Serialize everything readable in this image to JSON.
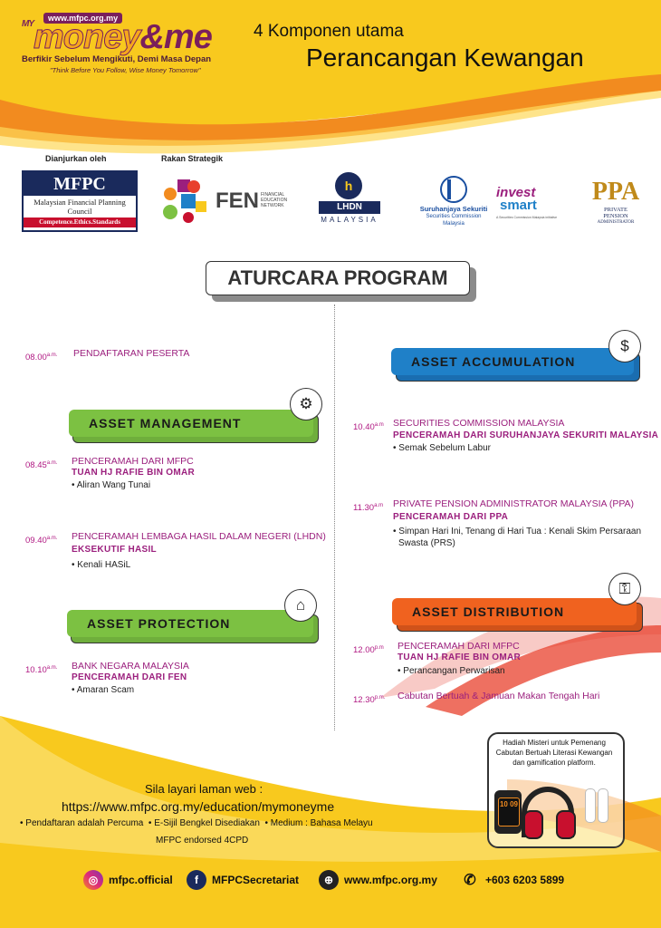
{
  "brand": {
    "url": "www.mfpc.org.my",
    "logo_my": "MY",
    "logo_money": "money",
    "logo_me": "&me",
    "tagline": "Berfikir Sebelum Mengikuti, Demi Masa Depan",
    "tagline_en": "\"Think Before You Follow, Wise Money Tomorrow\""
  },
  "header": {
    "line1": "4 Komponen utama",
    "line2": "Perancangan Kewangan"
  },
  "sponsors": {
    "organized_by": "Dianjurkan oleh",
    "strategic": "Rakan Strategik",
    "mfpc": {
      "title": "MFPC",
      "sub": "Malaysian Financial Planning Council",
      "motto": "Competence.Ethics.Standards"
    },
    "fen": {
      "name": "FEN",
      "sub": "FINANCIAL EDUCATION NETWORK"
    },
    "lhdn": {
      "name": "LHDN",
      "sub": "MALAYSIA"
    },
    "sc": {
      "name": "Suruhanjaya Sekuriti",
      "sub1": "Securities Commission",
      "sub2": "Malaysia"
    },
    "invest": {
      "l1": "invest",
      "l2": "smart",
      "sub": "A Securities Commission Malaysia initiative"
    },
    "ppa": {
      "name": "PPA",
      "sub1": "PRIVATE",
      "sub2": "PENSION",
      "sub3": "ADMINISTRATOR"
    }
  },
  "program_title": "ATURCARA PROGRAM",
  "sections": {
    "management": "ASSET MANAGEMENT",
    "protection": "ASSET PROTECTION",
    "accumulation": "ASSET ACCUMULATION",
    "distribution": "ASSET DISTRIBUTION"
  },
  "left": {
    "i0": {
      "time": "08.00",
      "ampm": "a.m.",
      "title": "PENDAFTARAN PESERTA"
    },
    "i1": {
      "time": "08.45",
      "ampm": "a.m.",
      "title": "PENCERAMAH DARI MFPC",
      "speaker": "TUAN HJ RAFIE BIN OMAR",
      "topic": "• Aliran Wang Tunai"
    },
    "i2": {
      "time": "09.40",
      "ampm": "a.m.",
      "title": "PENCERAMAH LEMBAGA HASIL DALAM NEGERI (LHDN)",
      "speaker": "EKSEKUTIF HASIL",
      "topic": "• Kenali HASiL"
    },
    "i3": {
      "time": "10.10",
      "ampm": "a.m.",
      "title": "BANK NEGARA MALAYSIA",
      "speaker": "PENCERAMAH DARI FEN",
      "topic": "• Amaran Scam"
    }
  },
  "right": {
    "i1": {
      "time": "10.40",
      "ampm": "a.m",
      "title": "SECURITIES COMMISSION MALAYSIA",
      "speaker": "PENCERAMAH DARI SURUHANJAYA SEKURITI MALAYSIA",
      "topic": "• Semak Sebelum Labur"
    },
    "i2": {
      "time": "11.30",
      "ampm": "a.m",
      "title": "PRIVATE PENSION ADMINISTRATOR MALAYSIA (PPA)",
      "speaker": "PENCERAMAH DARI PPA",
      "topic1": "• Simpan Hari Ini, Tenang di Hari Tua : Kenali Skim Persaraan",
      "topic2": "Swasta (PRS)"
    },
    "i3": {
      "time": "12.00",
      "ampm": "p.m",
      "title": "PENCERAMAH DARI MFPC",
      "speaker": "TUAN HJ RAFIE BIN OMAR",
      "topic": "• Perancangan Perwarisan"
    },
    "i4": {
      "time": "12.30",
      "ampm": "p.m.",
      "title": "Cabutan Bertuah & Jamuan Makan Tengah Hari"
    }
  },
  "prize": {
    "text": "Hadiah Misteri untuk Pemenang Cabutan Bertuah Literasi Kewangan dan gamification platform.",
    "watch_time": "10 09"
  },
  "footer": {
    "visit": "Sila layari laman web :",
    "link": "https://www.mfpc.org.my/education/mymoneyme",
    "notes": "• Pendaftaran adalah Percuma  • E-Sijil Bengkel Disediakan  • Medium : Bahasa Melayu",
    "cpd": "MFPC endorsed 4CPD",
    "instagram": "mfpc.official",
    "facebook": "MFPCSecretariat",
    "web": "www.mfpc.org.my",
    "phone": "+603 6203 5899"
  },
  "colors": {
    "yellow": "#f7c21a",
    "orange": "#f18a1e",
    "red": "#e8402c",
    "green": "#7cc142",
    "blue": "#1f80c8",
    "purple": "#9b1f7d"
  }
}
